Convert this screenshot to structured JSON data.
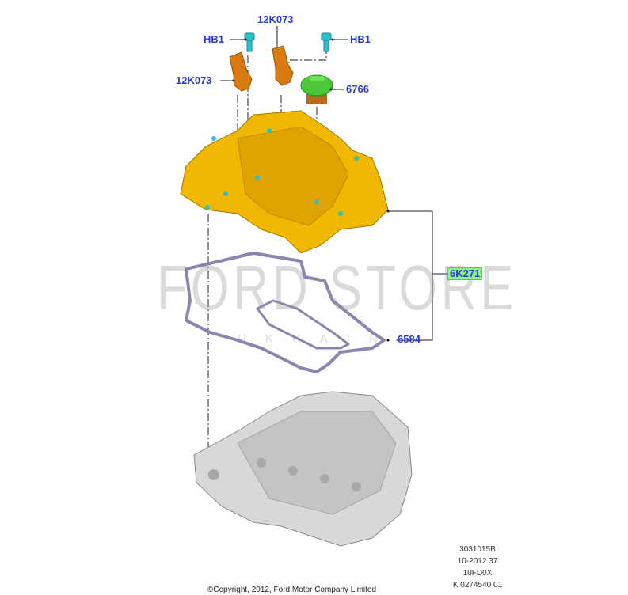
{
  "labels": {
    "hb1_left": "HB1",
    "hb1_right": "HB1",
    "sensor_top": "12K073",
    "sensor_left": "12K073",
    "oil_cap": "6766",
    "cover": "6K271",
    "gasket": "6584"
  },
  "watermark": {
    "main": "FORD STORE",
    "sub": "UKRAINE"
  },
  "codes": [
    "3031015B",
    "10-2012 37",
    "10FD0X",
    "K 0274540 01"
  ],
  "copyright": "©Copyright, 2012, Ford Motor Company Limited",
  "colors": {
    "label": "#2a3ad6",
    "highlight": "#8ef08e",
    "cover": "#f0b800",
    "sensor": "#d97a10",
    "cap": "#4cc63a",
    "bolt": "#2cc0c8",
    "gasket": "#8a86b0",
    "head": "#d8d8d8"
  }
}
